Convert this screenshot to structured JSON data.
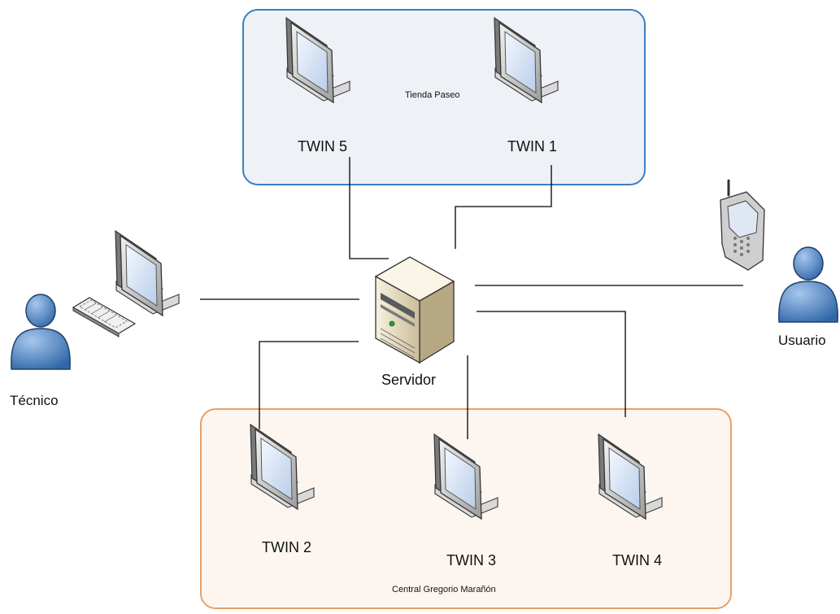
{
  "groups": {
    "top": {
      "name": "Tienda Paseo",
      "color": "#3a7fc1",
      "fill": "#eef1f6"
    },
    "bottom": {
      "name": "Central Gregorio Marañón",
      "color": "#e8a067",
      "fill": "#fdf6f0"
    }
  },
  "nodes": {
    "twin5": "TWIN 5",
    "twin1": "TWIN 1",
    "twin2": "TWIN 2",
    "twin3": "TWIN 3",
    "twin4": "TWIN 4",
    "server": "Servidor",
    "tecnico": "Técnico",
    "usuario": "Usuario"
  },
  "icons": {
    "monitor": "monitor-icon",
    "server": "server-tower-icon",
    "person": "person-icon",
    "phone": "mobile-phone-icon",
    "keyboard": "keyboard-icon"
  },
  "colors": {
    "person": "#4f86c6",
    "line": "#000000"
  }
}
